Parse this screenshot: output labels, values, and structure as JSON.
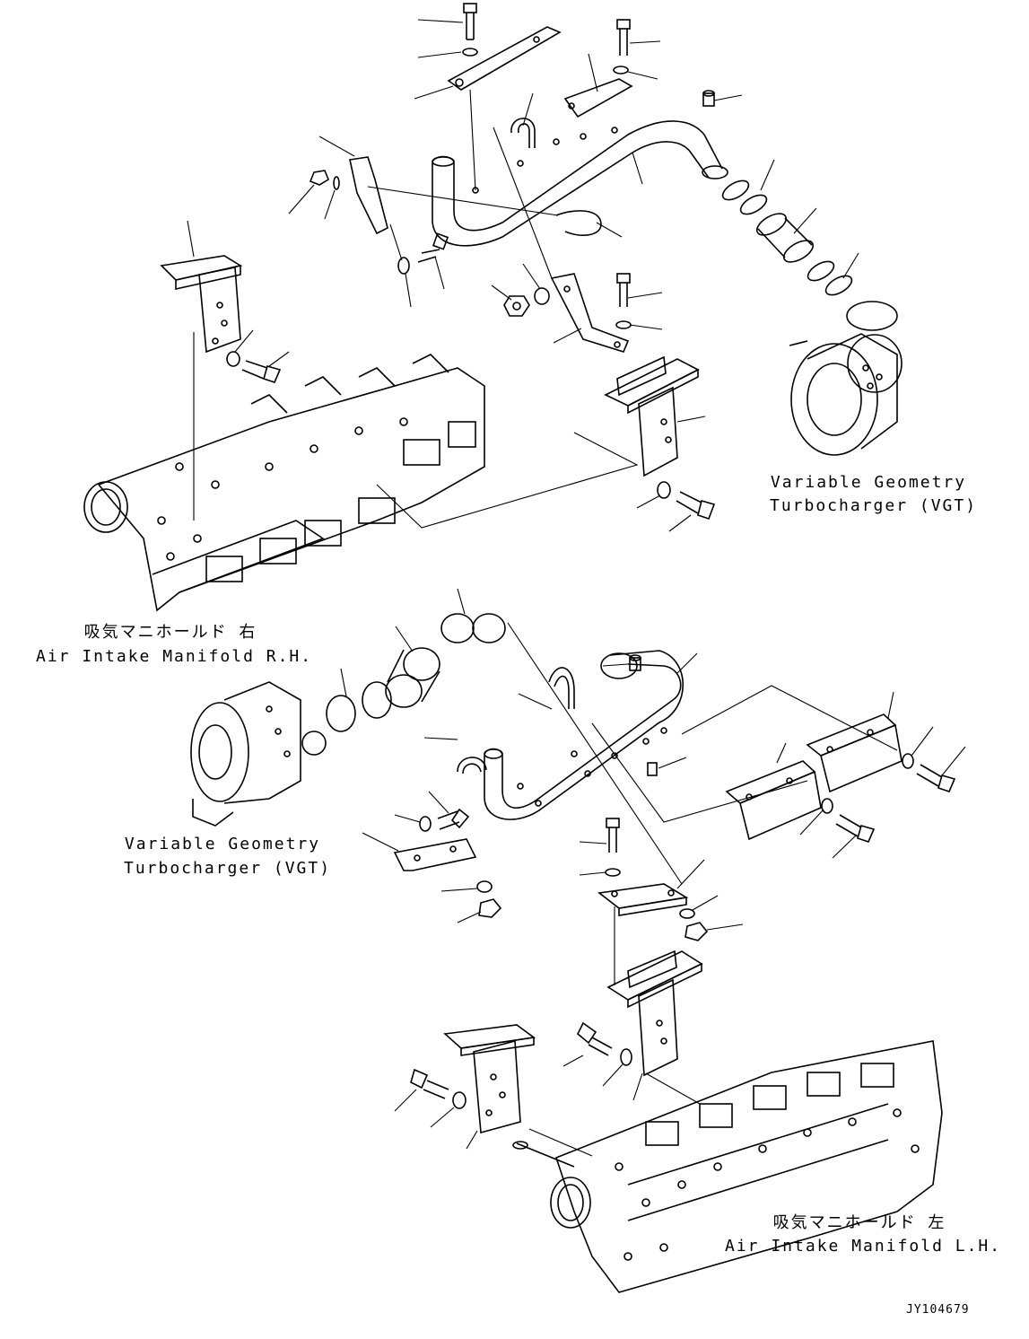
{
  "labels": {
    "vgt_upper_line1": "Variable Geometry",
    "vgt_upper_line2": "Turbocharger (VGT)",
    "manifold_rh_jp": "吸気マニホールド 右",
    "manifold_rh_en": "Air Intake Manifold R.H.",
    "vgt_lower_line1": "Variable Geometry",
    "vgt_lower_line2": "Turbocharger (VGT)",
    "manifold_lh_jp": "吸気マニホールド 左",
    "manifold_lh_en": "Air Intake Manifold L.H."
  },
  "drawing_code": "JY104679"
}
